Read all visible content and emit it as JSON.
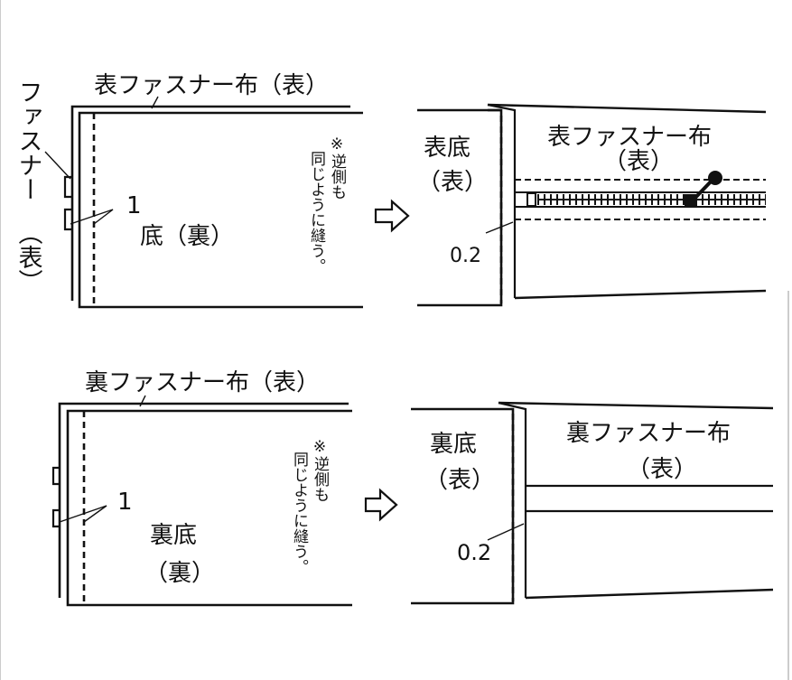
{
  "panel_top_left": {
    "outer_label": "表ファスナー布（表）",
    "side_label_zipper": "ファスナー",
    "side_label_front": "（表）",
    "seam_allowance": "1",
    "bottom_label_1": "底",
    "bottom_label_2": "（裏）",
    "note_line_1": "※逆側も",
    "note_line_2": "同じように縫う。"
  },
  "panel_top_right": {
    "bottom_label_1": "表底",
    "bottom_label_2": "（表）",
    "zipper_label_1": "表ファスナー布",
    "zipper_label_2": "（表）",
    "measure": "0.2"
  },
  "panel_bottom_left": {
    "outer_label": "裏ファスナー布（表）",
    "seam_allowance": "1",
    "bottom_label_1": "裏底",
    "bottom_label_2": "（裏）",
    "note_line_1": "※逆側も",
    "note_line_2": "同じように縫う。"
  },
  "panel_bottom_right": {
    "bottom_label_1": "裏底",
    "bottom_label_2": "（表）",
    "zipper_label_1": "裏ファスナー布",
    "zipper_label_2": "（表）",
    "measure": "0.2"
  },
  "icons": {
    "step_arrow": "outlined-right-arrow-icon",
    "zipper_pull": "zipper-slider-icon"
  },
  "colors": {
    "ink": "#111111",
    "background": "#ffffff"
  }
}
